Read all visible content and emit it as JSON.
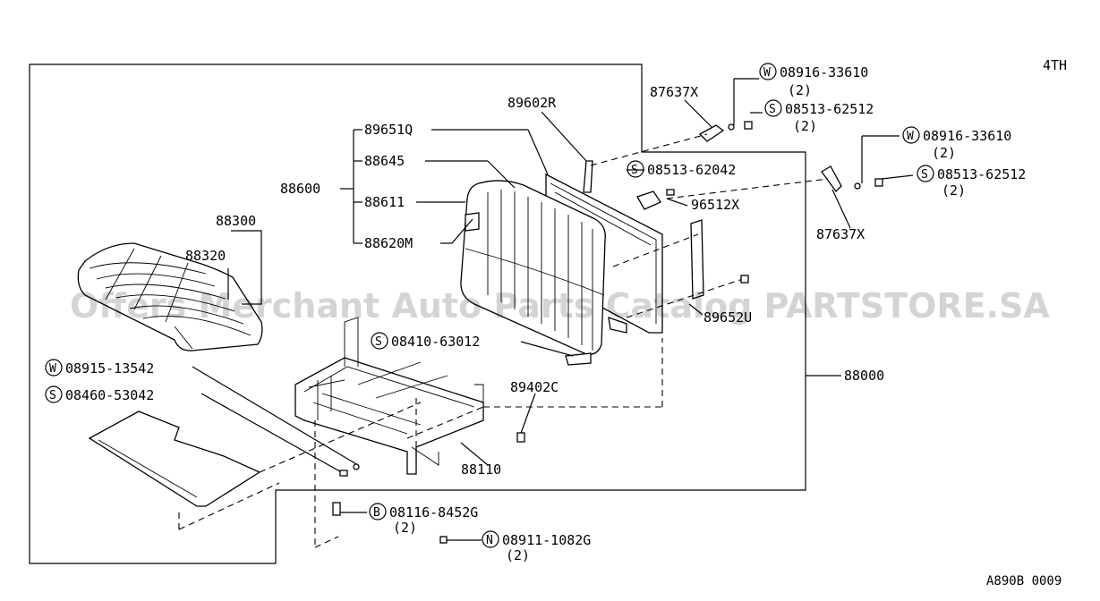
{
  "corner_label": "4TH",
  "drawing_code": "A890B 0009",
  "watermark": "Offers Merchant Auto Parts Catalog PARTSTORE.SA",
  "callouts": {
    "p89602R": "89602R",
    "p87637X_top": "87637X",
    "w1": {
      "symbol": "W",
      "number": "08916-33610",
      "qty": "(2)"
    },
    "s1": {
      "symbol": "S",
      "number": "08513-62512",
      "qty": "(2)"
    },
    "w2": {
      "symbol": "W",
      "number": "08916-33610",
      "qty": "(2)"
    },
    "s2": {
      "symbol": "S",
      "number": "08513-62512",
      "qty": "(2)"
    },
    "s3": {
      "symbol": "S",
      "number": "08513-62042"
    },
    "p96512X": "96512X",
    "p87637X_right": "87637X",
    "p88600": "88600",
    "p89651Q": "89651Q",
    "p88645": "88645",
    "p88611": "88611",
    "p88620M": "88620M",
    "p88300": "88300",
    "p88320": "88320",
    "p89652U": "89652U",
    "s4": {
      "symbol": "S",
      "number": "08410-63012"
    },
    "w3": {
      "symbol": "W",
      "number": "08915-13542"
    },
    "s5": {
      "symbol": "S",
      "number": "08460-53042"
    },
    "p89402C": "89402C",
    "p88000": "88000",
    "p88110": "88110",
    "b1": {
      "symbol": "B",
      "number": "08116-8452G",
      "qty": "(2)"
    },
    "n1": {
      "symbol": "N",
      "number": "08911-1082G",
      "qty": "(2)"
    }
  }
}
